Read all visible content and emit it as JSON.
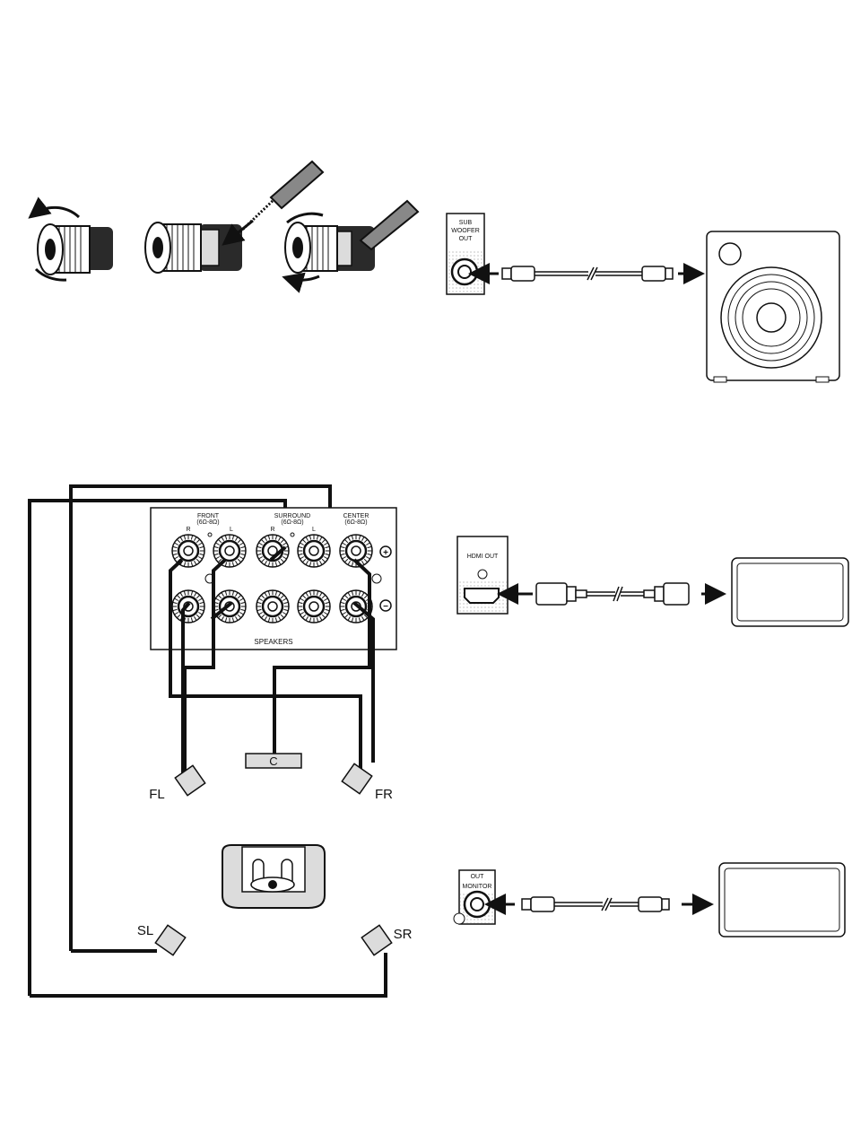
{
  "speaker_panel": {
    "front_label": "FRONT",
    "front_impedance": "(6Ω-8Ω)",
    "front_r": "R",
    "front_l": "L",
    "surround_label": "SURROUND",
    "surround_impedance": "(6Ω-8Ω)",
    "surround_r": "R",
    "surround_l": "L",
    "center_label": "CENTER",
    "center_impedance": "(6Ω-8Ω)",
    "speakers_label": "SPEAKERS",
    "plus_sign": "+",
    "minus_sign": "−"
  },
  "speakers": {
    "fl": "FL",
    "fr": "FR",
    "c": "C",
    "sl": "SL",
    "sr": "SR"
  },
  "jacks": {
    "subwoofer_line1": "SUB",
    "subwoofer_line2": "WOOFER",
    "subwoofer_line3": "OUT",
    "hdmi": "HDMI OUT",
    "monitor_line1": "OUT",
    "monitor_line2": "MONITOR"
  },
  "colors": {
    "line": "#111111",
    "speaker_fill": "#dcdcdc",
    "terminal_dark": "#2a2a2a",
    "panel_dots": "#c8c8c8"
  }
}
